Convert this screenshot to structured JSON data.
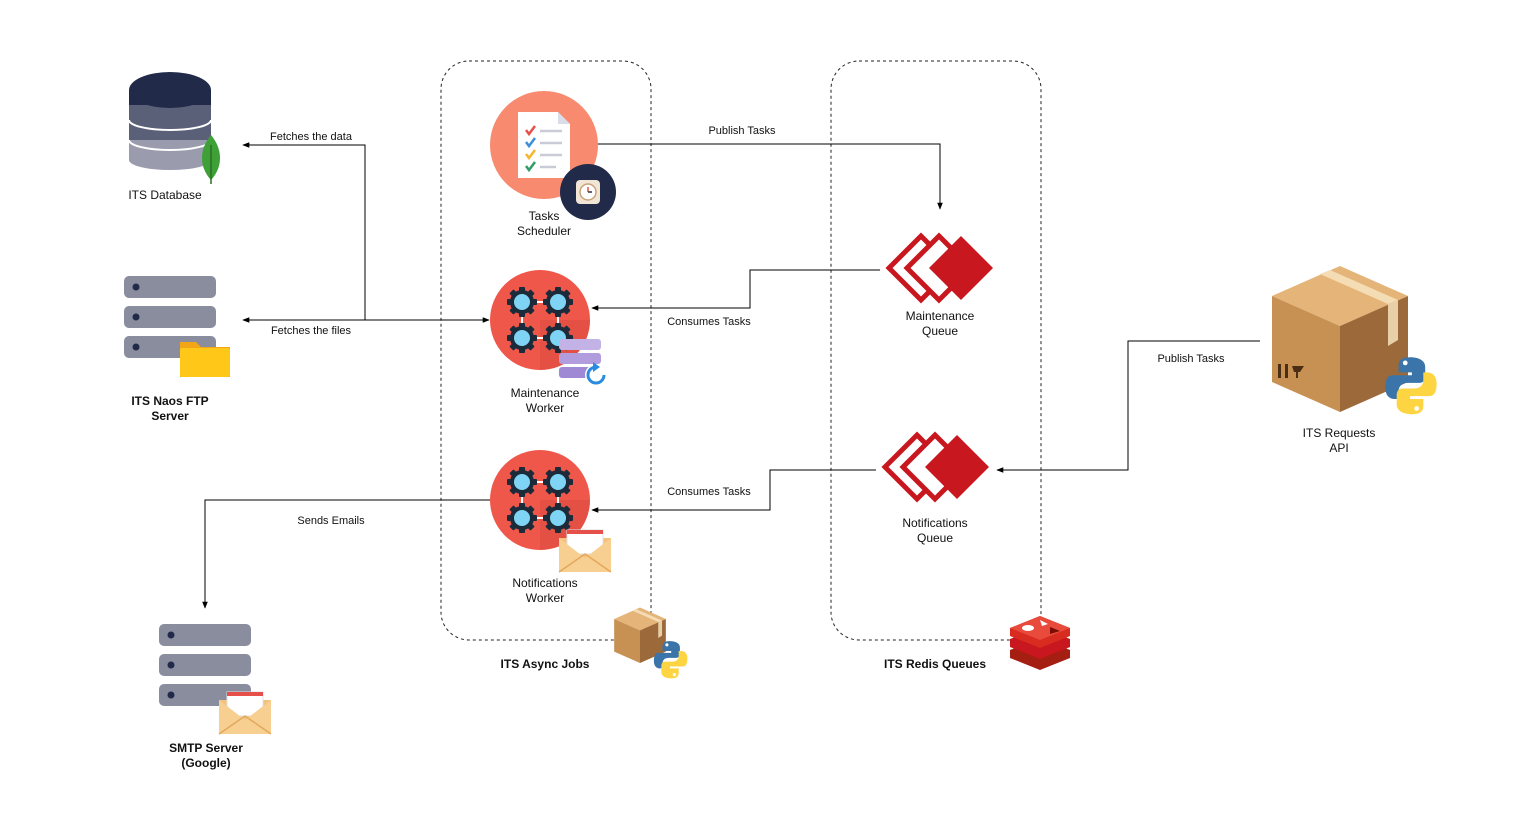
{
  "nodes": {
    "db": {
      "name": "ITS Database"
    },
    "ftp": {
      "line1": "ITS Naos FTP",
      "line2": "Server"
    },
    "smtp": {
      "line1": "SMTP Server",
      "line2": "(Google)"
    },
    "scheduler": {
      "line1": "Tasks",
      "line2": "Scheduler"
    },
    "maint_worker": {
      "line1": "Maintenance",
      "line2": "Worker"
    },
    "notif_worker": {
      "line1": "Notifications",
      "line2": "Worker"
    },
    "maint_queue": {
      "line1": "Maintenance",
      "line2": "Queue"
    },
    "notif_queue": {
      "line1": "Notifications",
      "line2": "Queue"
    },
    "api": {
      "line1": "ITS Requests",
      "line2": "API"
    }
  },
  "groups": {
    "async_jobs": "ITS Async Jobs",
    "redis_queues": "ITS Redis Queues"
  },
  "edges": {
    "fetch_data": "Fetches the data",
    "fetch_files": "Fetches the files",
    "publish_scheduler": "Publish Tasks",
    "consume_maint": "Consumes Tasks",
    "consume_notif": "Consumes Tasks",
    "publish_api": "Publish Tasks",
    "send_emails": "Sends Emails"
  },
  "colors": {
    "worker_circle": "#f0574b",
    "scheduler_circle": "#f88a6f",
    "redis_red": "#c8171e",
    "server_gray": "#8a8d9e",
    "db_dark": "#222a4a",
    "mongo_green": "#3fa037",
    "box_brown": "#c79154",
    "python_blue": "#3a74a8",
    "python_yellow": "#fdd543",
    "folder_yellow": "#ffc718",
    "envelope": "#f3c27d"
  }
}
